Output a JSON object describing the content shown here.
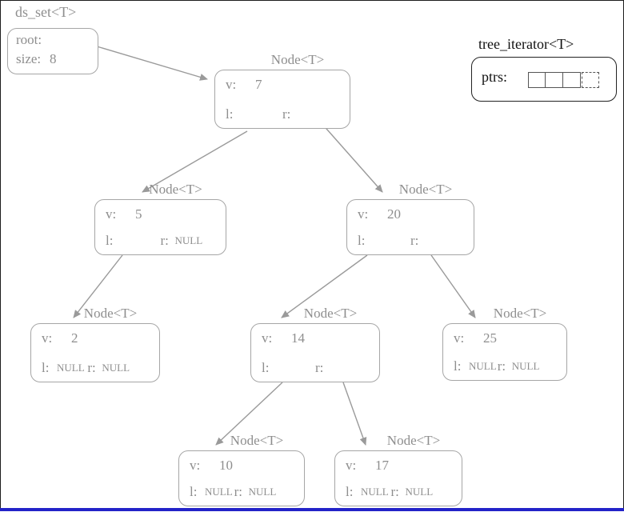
{
  "ds_set": {
    "title": "ds_set<T>",
    "root_label": "root:",
    "size_label": "size:",
    "size_value": "8"
  },
  "iterator": {
    "title": "tree_iterator<T>",
    "ptrs_label": "ptrs:",
    "cells": 4,
    "dashed_last_cell": true
  },
  "nodes": [
    {
      "type": "Node<T>",
      "v_label": "v:",
      "value": "7",
      "l_label": "l:",
      "l_value": "",
      "r_label": "r:",
      "r_value": ""
    },
    {
      "type": "Node<T>",
      "v_label": "v:",
      "value": "5",
      "l_label": "l:",
      "l_value": "",
      "r_label": "r:",
      "r_value": "NULL"
    },
    {
      "type": "Node<T>",
      "v_label": "v:",
      "value": "20",
      "l_label": "l:",
      "l_value": "",
      "r_label": "r:",
      "r_value": ""
    },
    {
      "type": "Node<T>",
      "v_label": "v:",
      "value": "2",
      "l_label": "l:",
      "l_value": "NULL",
      "r_label": "r:",
      "r_value": "NULL"
    },
    {
      "type": "Node<T>",
      "v_label": "v:",
      "value": "14",
      "l_label": "l:",
      "l_value": "",
      "r_label": "r:",
      "r_value": ""
    },
    {
      "type": "Node<T>",
      "v_label": "v:",
      "value": "25",
      "l_label": "l:",
      "l_value": "NULL",
      "r_label": "r:",
      "r_value": "NULL"
    },
    {
      "type": "Node<T>",
      "v_label": "v:",
      "value": "10",
      "l_label": "l:",
      "l_value": "NULL",
      "r_label": "r:",
      "r_value": "NULL"
    },
    {
      "type": "Node<T>",
      "v_label": "v:",
      "value": "17",
      "l_label": "l:",
      "l_value": "NULL",
      "r_label": "r:",
      "r_value": "NULL"
    }
  ],
  "edges": [
    {
      "from": "root",
      "to": "node-7"
    },
    {
      "from": "node-7-l",
      "to": "node-5"
    },
    {
      "from": "node-7-r",
      "to": "node-20"
    },
    {
      "from": "node-5-l",
      "to": "node-2"
    },
    {
      "from": "node-20-l",
      "to": "node-14"
    },
    {
      "from": "node-20-r",
      "to": "node-25"
    },
    {
      "from": "node-14-l",
      "to": "node-10"
    },
    {
      "from": "node-14-r",
      "to": "node-17"
    }
  ],
  "colors": {
    "diagram_gray": "#8e8e8e",
    "box_border": "#a6a6a6",
    "iterator_black": "#111111",
    "bottom_bar_blue": "#2323c8"
  }
}
